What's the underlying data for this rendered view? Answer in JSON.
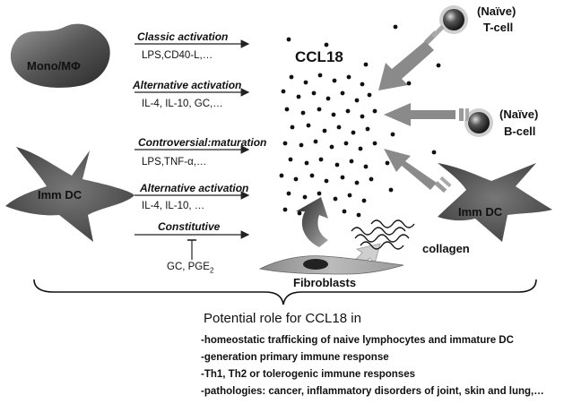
{
  "cells": {
    "mono": "Mono/MΦ",
    "imm_dc_left": "Imm DC",
    "imm_dc_right": "Imm DC",
    "tcell_state": "(Naïve)",
    "tcell_name": "T-cell",
    "bcell_state": "(Naïve)",
    "bcell_name": "B-cell",
    "fibroblasts": "Fibroblasts",
    "collagen": "collagen"
  },
  "chemokine": "CCL18",
  "activations": {
    "classic_title": "Classic activation",
    "classic_stimuli": "LPS,CD40-L,…",
    "alternative1_title": "Alternative activation",
    "alternative1_stimuli": "IL-4, IL-10, GC,…",
    "controversial_title": "Controversial:maturation",
    "controversial_stimuli": "LPS,TNF-α,…",
    "alternative2_title": "Alternative activation",
    "alternative2_stimuli": "IL-4, IL-10, …",
    "constitutive_title": "Constitutive",
    "inhibitors_prefix": "GC, PGE",
    "inhibitors_sub": "2"
  },
  "summary": {
    "heading": "Potential role for CCL18 in",
    "roles": [
      "-homeostatic trafficking of naive lymphocytes and immature DC",
      "-generation primary immune response",
      "-Th1, Th2 or tolerogenic immune responses",
      "-pathologies: cancer, inflammatory disorders of joint, skin and lung,…"
    ]
  }
}
